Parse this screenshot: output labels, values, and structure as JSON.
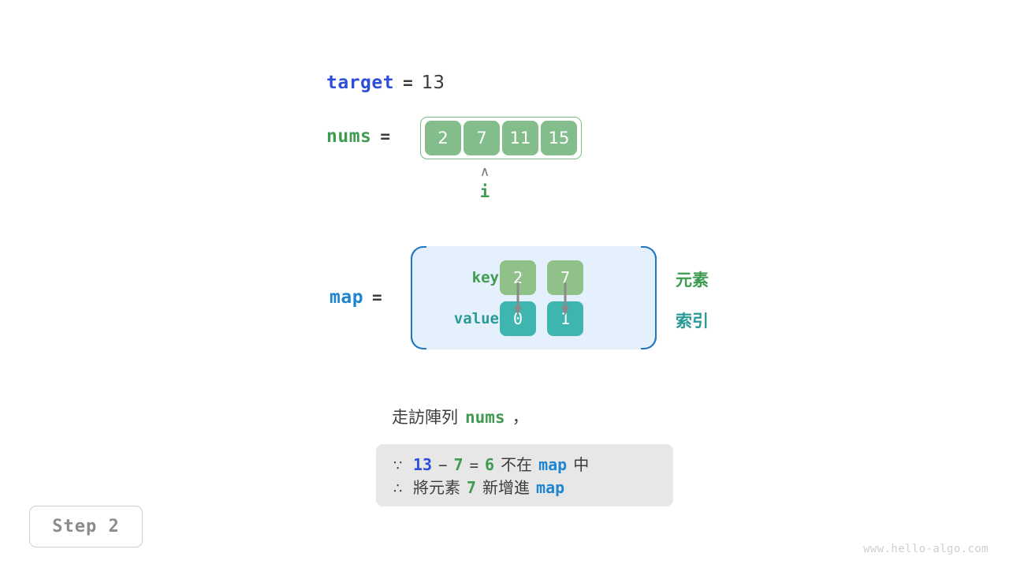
{
  "target": {
    "var_label": "target",
    "equals": "=",
    "value": "13"
  },
  "nums": {
    "var_label": "nums",
    "equals": "=",
    "cells": [
      "2",
      "7",
      "11",
      "15"
    ],
    "pointer": {
      "caret": "∧",
      "label": "i",
      "index": 1
    }
  },
  "map": {
    "var_label": "map",
    "equals": "=",
    "key_row_label": "key",
    "value_row_label": "value",
    "keys": [
      "2",
      "7"
    ],
    "values": [
      "0",
      "1"
    ],
    "side_labels": {
      "element": "元素",
      "index": "索引"
    }
  },
  "caption": {
    "line": {
      "prefix": "走訪陣列",
      "code": "nums",
      "suffix": "，"
    },
    "note": {
      "row1": {
        "symbol": "∵",
        "a": "13",
        "minus": "−",
        "b": "7",
        "eq": "=",
        "result": "6",
        "text_mid": "不在",
        "map": "map",
        "text_end": "中"
      },
      "row2": {
        "symbol": "∴",
        "text_start": "將元素",
        "value": "7",
        "text_mid": "新增進",
        "map": "map"
      }
    }
  },
  "step_badge": "Step 2",
  "watermark": "www.hello-algo.com",
  "colors": {
    "target_blue": "#2d4ed8",
    "map_blue": "#1e86d0",
    "green": "#3f9b51",
    "teal": "#2b9a96",
    "cell_green": "#82bd8b",
    "key_green": "#8fc188",
    "value_teal": "#3fb5b0",
    "map_bg": "#e4f0fb",
    "map_border": "#1f77c4",
    "note_bg": "#e7e7e7",
    "arrow_gray": "#8a8a8a",
    "text_dark": "#3c3c3c",
    "watermark_gray": "#cfcfcf"
  }
}
